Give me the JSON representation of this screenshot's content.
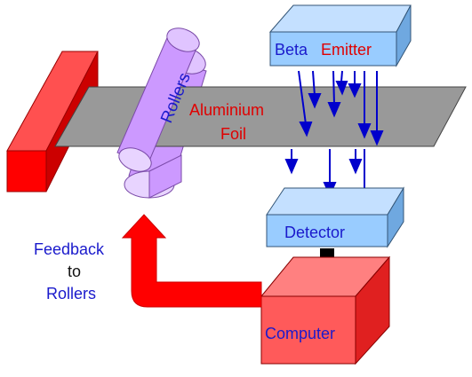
{
  "labels": {
    "rollers": "Rollers",
    "aluminium_line1": "Aluminium",
    "aluminium_line2": "Foil",
    "beta": "Beta",
    "emitter": "Emitter",
    "detector": "Detector",
    "computer": "Computer",
    "feedback_line1": "Feedback",
    "feedback_line2": "to",
    "feedback_line3": "Rollers"
  },
  "colors": {
    "red_block": "#ff0000",
    "foil": "#999999",
    "roller": "#cc99ff",
    "box_blue": "#99ccff",
    "computer_red": "#ff5a5a",
    "beam_blue": "#0000cc",
    "label_blue": "#1a1acc",
    "label_red": "#e00000",
    "feedback_arrow": "#ff0000",
    "black_arrow": "#000000"
  }
}
